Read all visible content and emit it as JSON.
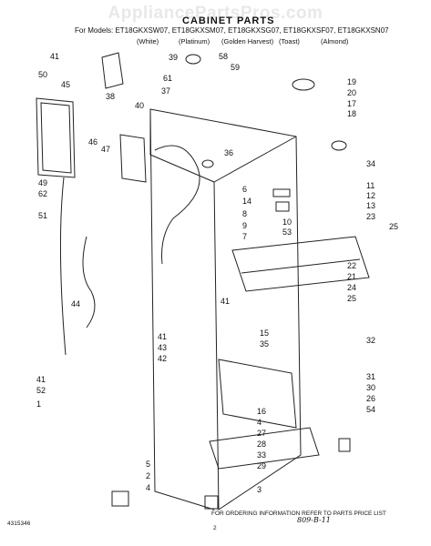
{
  "watermark": "AppliancePartsPros.com",
  "title": "CABINET PARTS",
  "models_line": "For Models: ET18GKXSW07, ET18GKXSM07, ET18GKXSG07, ET18GKXSF07, ET18GKXSN07",
  "colors": [
    "(White)",
    "(Platinum)",
    "(Golden Harvest)",
    "(Toast)",
    "(Almond)"
  ],
  "callouts": [
    "41",
    "39",
    "58",
    "59",
    "50",
    "45",
    "61",
    "38",
    "37",
    "40",
    "19",
    "20",
    "17",
    "18",
    "46",
    "47",
    "36",
    "34",
    "49",
    "62",
    "51",
    "11",
    "12",
    "6",
    "14",
    "8",
    "10",
    "53",
    "13",
    "23",
    "25",
    "9",
    "7",
    "22",
    "21",
    "24",
    "25",
    "44",
    "41",
    "15",
    "35",
    "41",
    "43",
    "42",
    "32",
    "41",
    "52",
    "1",
    "31",
    "30",
    "26",
    "54",
    "16",
    "4",
    "27",
    "28",
    "33",
    "29",
    "5",
    "2",
    "4",
    "3"
  ],
  "footer": {
    "ordering": "FOR ORDERING INFORMATION REFER TO PARTS PRICE LIST",
    "page_number": "2",
    "doc_number": "4315346",
    "handwritten": "809-B-11"
  }
}
